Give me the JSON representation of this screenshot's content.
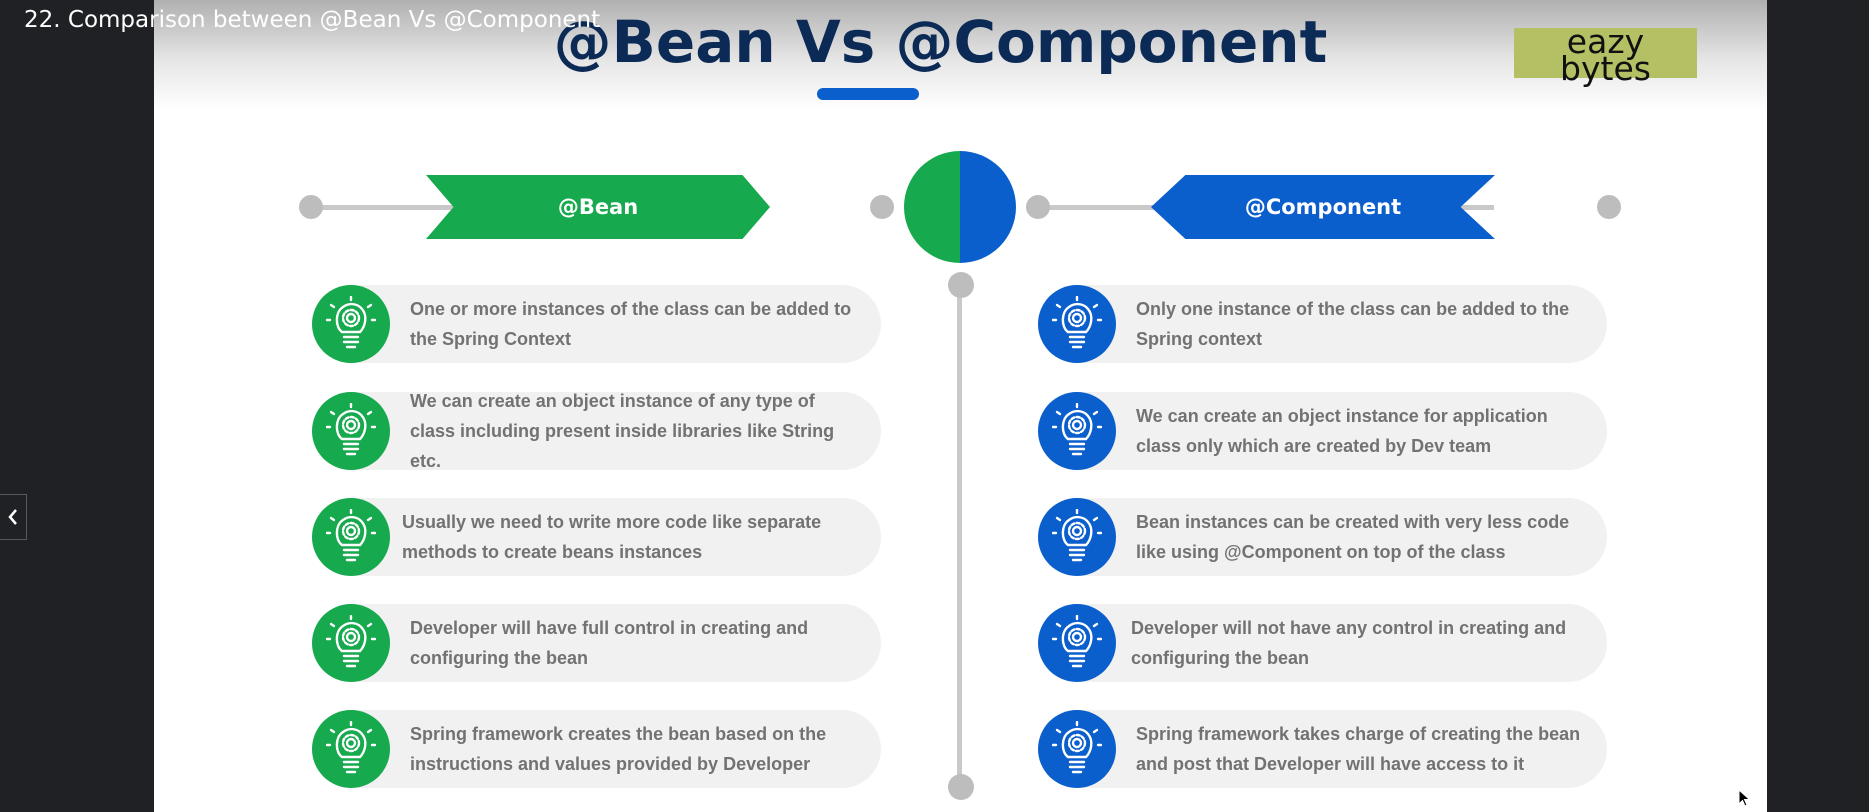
{
  "video": {
    "title": "22. Comparison between @Bean Vs @Component"
  },
  "slide": {
    "title": "@Bean Vs @Component",
    "logo": {
      "line1": "eazy",
      "line2": "bytes"
    },
    "colors": {
      "bean": "#16a94e",
      "component": "#0b5fcc",
      "title": "#0b2a56",
      "logo_bg": "#b4c063"
    },
    "left": {
      "label": "@Bean",
      "items": [
        "One or more instances of the class can be added to the Spring Context",
        "We can create an object instance of any type of class including present inside libraries like String etc.",
        "Usually we need to write more code like separate methods to create beans instances",
        "Developer will have full control in creating and configuring the bean",
        "Spring framework creates the bean based on the instructions and values provided by Developer"
      ]
    },
    "right": {
      "label": "@Component",
      "items": [
        "Only one instance of the class can be added to the Spring context",
        "We can create an object instance for application class only which are created by Dev team",
        "Bean instances can be created with very less code like using @Component on top of the class",
        "Developer will not have any control in creating and configuring the bean",
        "Spring framework takes charge of creating the bean and post that Developer will have access to it"
      ]
    }
  },
  "icons": {
    "item": "lightbulb-gear-icon",
    "nav": "chevron-left-icon",
    "cursor": "mouse-pointer-icon"
  }
}
